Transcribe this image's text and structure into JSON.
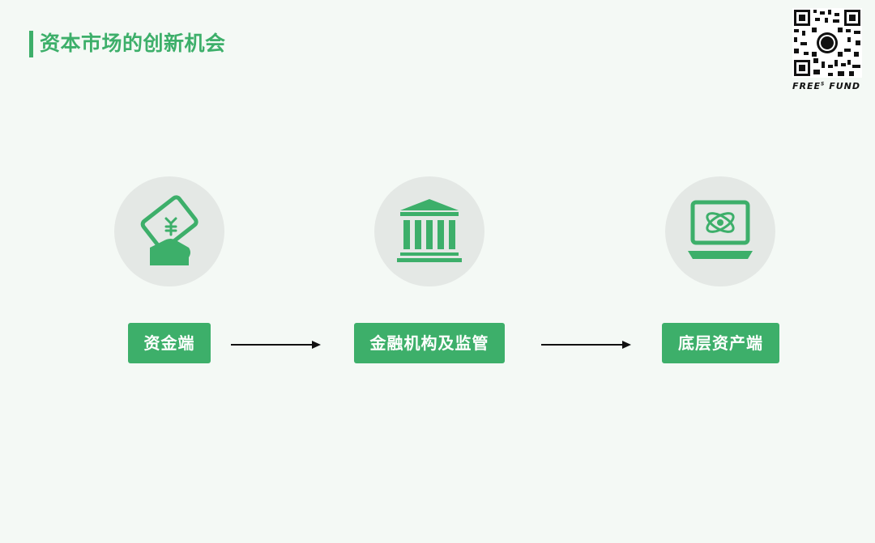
{
  "header": {
    "title": "资本市场的创新机会"
  },
  "brand": {
    "name": "FREE",
    "superscript": "S",
    "suffix": "FUND"
  },
  "flow": {
    "nodes": [
      {
        "label": "资金端",
        "icon": "money-card-hand-icon"
      },
      {
        "label": "金融机构及监管",
        "icon": "bank-building-icon"
      },
      {
        "label": "底层资产端",
        "icon": "laptop-atom-icon"
      }
    ]
  },
  "colors": {
    "accent": "#3daf6a",
    "circle": "#e4e8e5",
    "background": "#f4f9f5",
    "arrow": "#111111"
  }
}
